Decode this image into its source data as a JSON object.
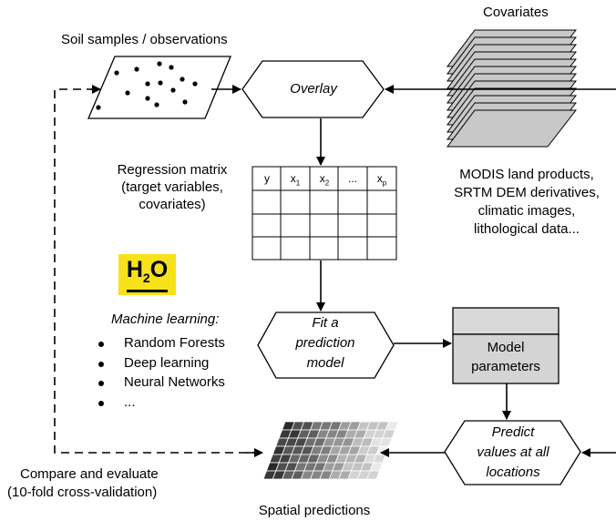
{
  "inputs": {
    "soil_samples_label": "Soil samples / observations",
    "covariates_label": "Covariates"
  },
  "overlay": {
    "label": "Overlay"
  },
  "regression_matrix": {
    "label_line1": "Regression matrix",
    "label_line2": "(target variables,",
    "label_line3": "covariates)",
    "columns": [
      {
        "main": "y",
        "sub": ""
      },
      {
        "main": "x",
        "sub": "1"
      },
      {
        "main": "x",
        "sub": "2"
      },
      {
        "main": "...",
        "sub": ""
      },
      {
        "main": "x",
        "sub": "p"
      }
    ]
  },
  "covariate_sources": {
    "line1": "MODIS land products,",
    "line2": "SRTM DEM derivatives,",
    "line3": "climatic images,",
    "line4": "lithological data..."
  },
  "h2o_logo": {
    "main": "H",
    "sub": "2",
    "tail": "O"
  },
  "machine_learning": {
    "heading": "Machine learning:",
    "items": [
      "Random Forests",
      "Deep learning",
      "Neural Networks",
      "..."
    ]
  },
  "fit_model": {
    "line1": "Fit a",
    "line2": "prediction",
    "line3": "model"
  },
  "model_parameters": {
    "line1": "Model",
    "line2": "parameters"
  },
  "predict": {
    "line1": "Predict",
    "line2": "values at all",
    "line3": "locations"
  },
  "evaluation": {
    "line1": "Compare and evaluate",
    "line2": "(10-fold cross-validation)"
  },
  "outputs": {
    "spatial_predictions_label": "Spatial predictions"
  },
  "colors": {
    "stroke": "#000000",
    "layer_fill": "#c8c8c8",
    "param_header_fill": "#d9d9d9",
    "param_body_fill": "#d4d4d4",
    "h2o_yellow": "#f7e21a"
  }
}
